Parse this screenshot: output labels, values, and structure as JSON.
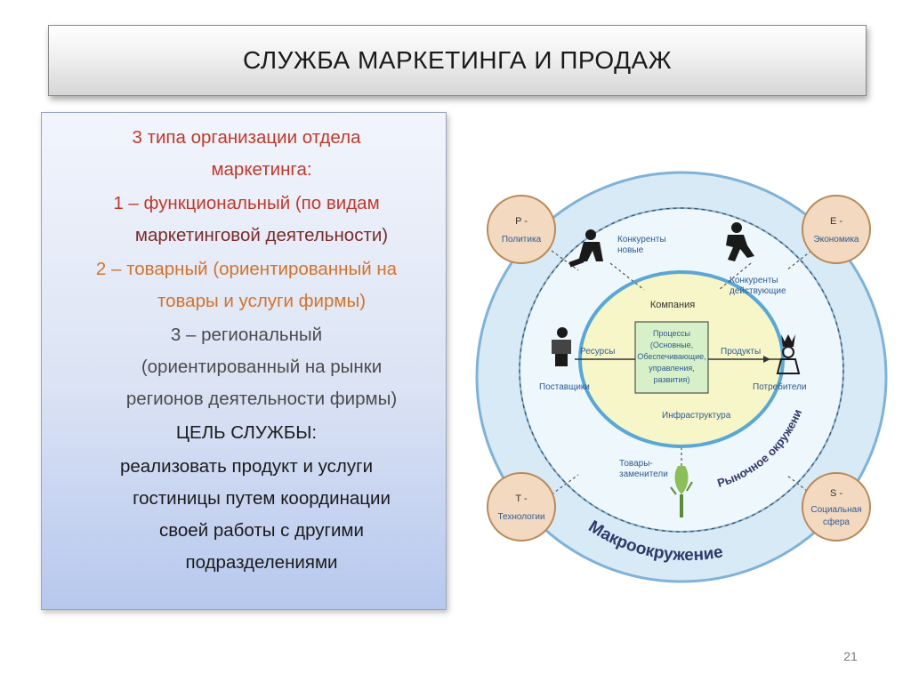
{
  "slide": {
    "title": "СЛУЖБА МАРКЕТИНГА И ПРОДАЖ",
    "page_number": "21"
  },
  "text_box": {
    "p1_line1": "3 типа организации отдела",
    "p1_line2": "маркетинга:",
    "p2_line1": "1 – функциональный (по видам",
    "p2_line2": "маркетинговой деятельности)",
    "p3_line1": "2 – товарный (ориентированный на",
    "p3_line2": "товары и услуги фирмы)",
    "p4_line1": "3 – региональный",
    "p4_line2": "(ориентированный на рынки",
    "p4_line3": "регионов деятельности фирмы)",
    "p5_line1": "ЦЕЛЬ СЛУЖБЫ:",
    "p6_line1": "реализовать продукт и услуги",
    "p6_line2": "гостиницы путем координации",
    "p6_line3": "своей работы с другими",
    "p6_line4": "подразделениями"
  },
  "diagram": {
    "corner_top_left": {
      "letter": "P -",
      "label": "Политика"
    },
    "corner_top_right": {
      "letter": "E -",
      "label": "Экономика"
    },
    "corner_bottom_left": {
      "letter": "T -",
      "label": "Технологии"
    },
    "corner_bottom_right": {
      "letter": "S -",
      "label": "Социальная",
      "label2": "сфера"
    },
    "center_title": "Компания",
    "center_box": [
      "Процессы",
      "(Основные,",
      "Обеспечивающие,",
      "управления,",
      "развития)"
    ],
    "center_bottom": "Инфраструктура",
    "resources": "Ресурсы",
    "products": "Продукты",
    "suppliers": "Поставщики",
    "consumers": "Потребители",
    "new_competitors": [
      "Конкуренты",
      "новые"
    ],
    "current_competitors": [
      "Конкуренты",
      "действующие"
    ],
    "substitutes": [
      "Товары-",
      "заменители"
    ],
    "market_env": "Рыночное окружение",
    "macro_env": "Макроокружение",
    "colors": {
      "outer_ring": "#d7eaf6",
      "outer_stroke": "#7fb2d8",
      "inner_area": "#eef7fb",
      "center_fill": "#f6f6c8",
      "center_stroke": "#5aa7d6",
      "box_fill": "#d7f0c8",
      "corner_fill": "#f2d9c0",
      "corner_stroke": "#b88a5a",
      "label_blue": "#2d5b93"
    }
  }
}
